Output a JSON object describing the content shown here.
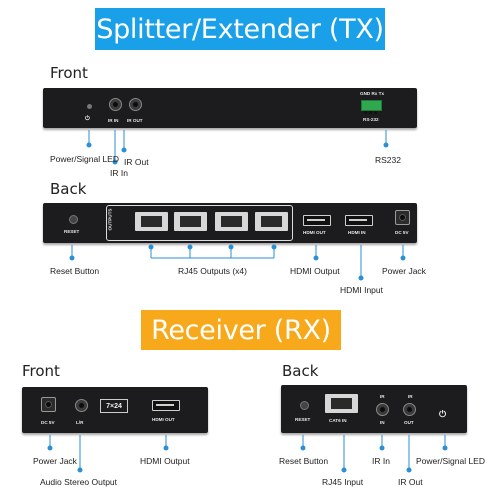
{
  "tx": {
    "title": "Splitter/Extender (TX)",
    "front": {
      "heading": "Front",
      "panel": {
        "ir_in": "IR IN",
        "ir_out": "IR OUT",
        "rs232_pins": "GND Rx Tx",
        "rs232": "RS-232"
      },
      "callouts": {
        "power_led": "Power/Signal LED",
        "ir_in": "IR In",
        "ir_out": "IR Out",
        "rs232": "RS232"
      }
    },
    "back": {
      "heading": "Back",
      "panel": {
        "reset": "RESET",
        "outputs_tag": "OUTPUTS",
        "hdmi_out": "HDMI OUT",
        "hdmi_in": "HDMI IN",
        "dc": "DC 5V"
      },
      "callouts": {
        "reset": "Reset Button",
        "rj45": "RJ45 Outputs (x4)",
        "hdmi_out": "HDMI Output",
        "hdmi_in": "HDMI Input",
        "power": "Power Jack"
      }
    }
  },
  "rx": {
    "title": "Receiver (RX)",
    "front": {
      "heading": "Front",
      "panel": {
        "dc": "DC 5V",
        "lr": "L/R",
        "display": "7×24",
        "hdmi_out": "HDMI OUT"
      },
      "callouts": {
        "power": "Power Jack",
        "audio": "Audio Stereo Output",
        "hdmi_out": "HDMI Output"
      }
    },
    "back": {
      "heading": "Back",
      "panel": {
        "reset": "RESET",
        "cat6": "CAT6 IN",
        "ir": "IR",
        "in": "IN",
        "out": "OUT"
      },
      "callouts": {
        "reset": "Reset Button",
        "rj45": "RJ45 Input",
        "ir_in": "IR In",
        "ir_out": "IR Out",
        "power_led": "Power/Signal LED"
      }
    }
  },
  "colors": {
    "tx_banner": "#1aa0e8",
    "rx_banner": "#f7a81b",
    "leader": "#2a8fd6"
  }
}
